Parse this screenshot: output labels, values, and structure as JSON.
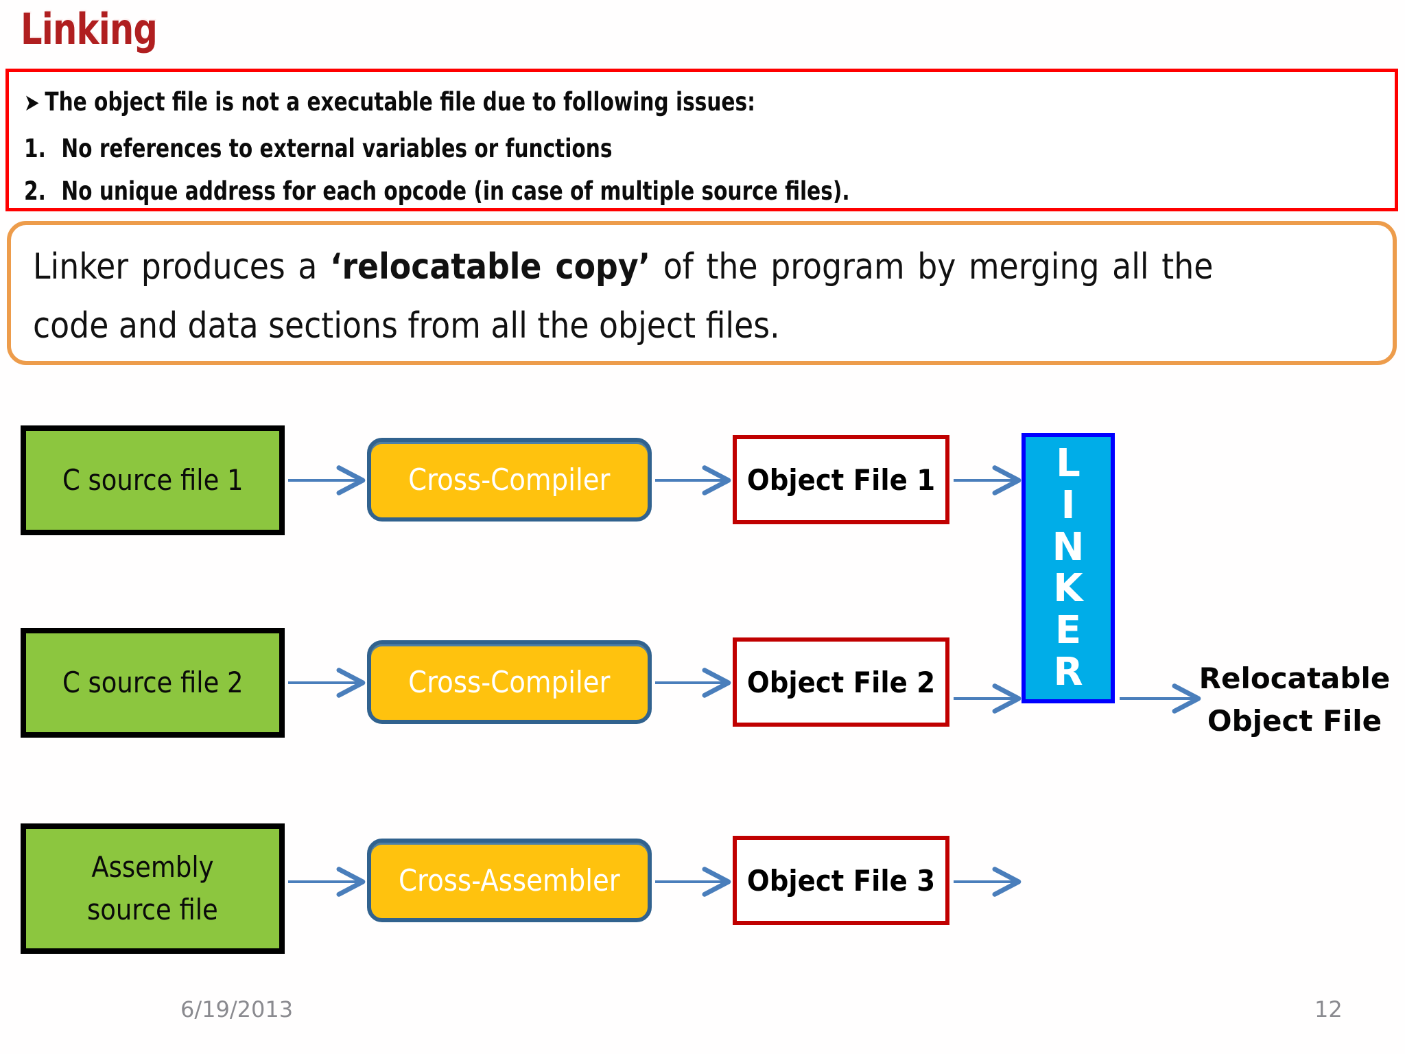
{
  "slide": {
    "title": "Linking",
    "footer": {
      "date": "6/19/2013",
      "page_number": "12"
    }
  },
  "issues_box": {
    "border_color": "#FF0000",
    "heading_bullet": "➤",
    "heading": "The object file is not a executable file due to following issues:",
    "items": [
      {
        "marker": "1.",
        "text": "No references to external variables or functions"
      },
      {
        "marker": "2.",
        "text": "No unique address for each opcode (in case of multiple source files)."
      }
    ]
  },
  "linker_note": {
    "border_color": "#ED9C4B",
    "text_before": "Linker produces a ",
    "text_emphasis": "‘relocatable copy’",
    "text_after": " of the program by merging all the code and data sections from all the object files."
  },
  "diagram": {
    "colors": {
      "source_fill": "#8CC63F",
      "source_border": "#000000",
      "tool_fill": "#FFC20E",
      "tool_border": "#31628E",
      "object_border": "#C00000",
      "linker_fill": "#00ADE8",
      "linker_border": "#0000FF",
      "arrow": "#4A7EBB"
    },
    "rows": [
      {
        "source": "C source file 1",
        "tool": "Cross-Compiler",
        "object": "Object File 1"
      },
      {
        "source": "C source file 2",
        "tool": "Cross-Compiler",
        "object": "Object File 2"
      },
      {
        "source_line1": "Assembly",
        "source_line2": "source file",
        "tool": "Cross-Assembler",
        "object": "Object File 3"
      }
    ],
    "linker_letters": [
      "L",
      "I",
      "N",
      "K",
      "E",
      "R"
    ],
    "output_line1": "Relocatable",
    "output_line2": "Object File"
  }
}
